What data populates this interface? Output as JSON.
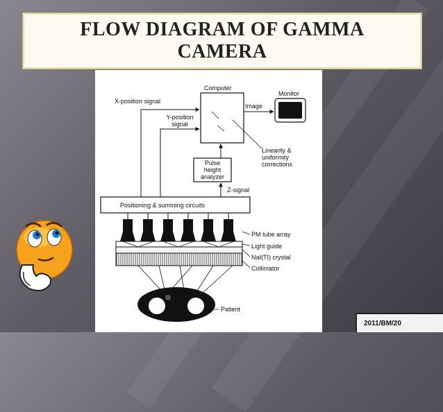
{
  "slide": {
    "title_line1": "FLOW DIAGRAM OF GAMMA",
    "title_line2": "CAMERA",
    "footer": "2011/BM/20"
  },
  "diagram": {
    "labels": {
      "computer": "Computer",
      "monitor": "Monitor",
      "x_position_signal": "X-position signal",
      "image": "Image",
      "y_position_line1": "Y-position",
      "y_position_line2": "signal",
      "linearity_line1": "Linearity &",
      "linearity_line2": "uniformity",
      "linearity_line3": "corrections",
      "pha_line1": "Pulse",
      "pha_line2": "height",
      "pha_line3": "analyzer",
      "z_signal": "Z-signal",
      "positioning": "Positioning & summing circuits",
      "pm_tube_array": "PM tube array",
      "light_guide": "Light guide",
      "nai_crystal": "NaI(TI) crystal",
      "collimator": "Collimator",
      "patient": "Patient"
    }
  },
  "decorations": {
    "clip_art": "thinking-smiley-icon"
  }
}
